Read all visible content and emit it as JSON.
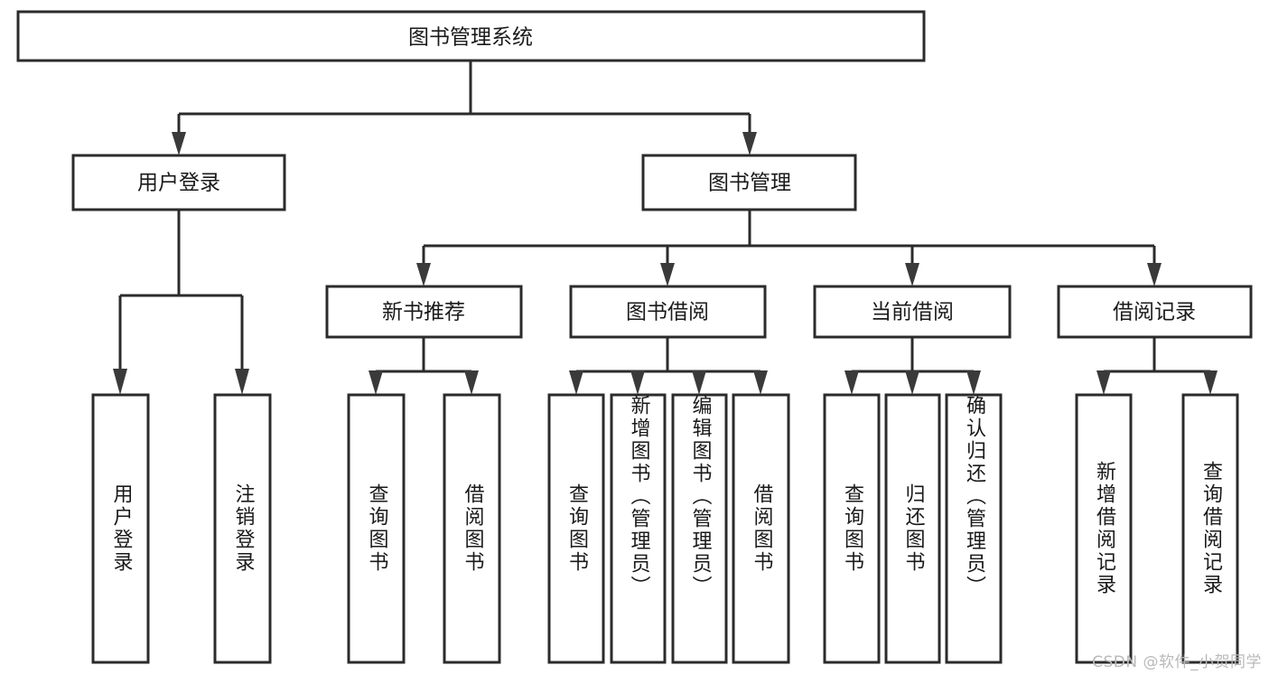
{
  "diagram": {
    "title": "图书管理系统",
    "type": "tree-hierarchy-chart",
    "watermark": "CSDN @软件_小贺同学",
    "colors": {
      "background": "#ffffff",
      "box_border": "#2b2b2b",
      "box_fill": "#ffffff",
      "connector": "#2b2b2b",
      "text": "#1a1a1a",
      "watermark_text": "#b9b9b9"
    },
    "root": {
      "label": "图书管理系统"
    },
    "level2": [
      {
        "label": "用户登录"
      },
      {
        "label": "图书管理"
      }
    ],
    "level3": [
      {
        "label": "新书推荐"
      },
      {
        "label": "图书借阅"
      },
      {
        "label": "当前借阅"
      },
      {
        "label": "借阅记录"
      }
    ],
    "leaves": {
      "user_login": [
        {
          "label": "用户登录"
        },
        {
          "label": "注销登录"
        }
      ],
      "new_book_recommend": [
        {
          "label": "查询图书"
        },
        {
          "label": "借阅图书"
        }
      ],
      "book_borrow": [
        {
          "label": "查询图书"
        },
        {
          "label": "新增图书（管理员）"
        },
        {
          "label": "编辑图书（管理员）"
        },
        {
          "label": "借阅图书"
        }
      ],
      "current_borrow": [
        {
          "label": "查询图书"
        },
        {
          "label": "归还图书"
        },
        {
          "label": "确认归还（管理员）"
        }
      ],
      "borrow_record": [
        {
          "label": "新增借阅记录"
        },
        {
          "label": "查询借阅记录"
        }
      ]
    }
  }
}
